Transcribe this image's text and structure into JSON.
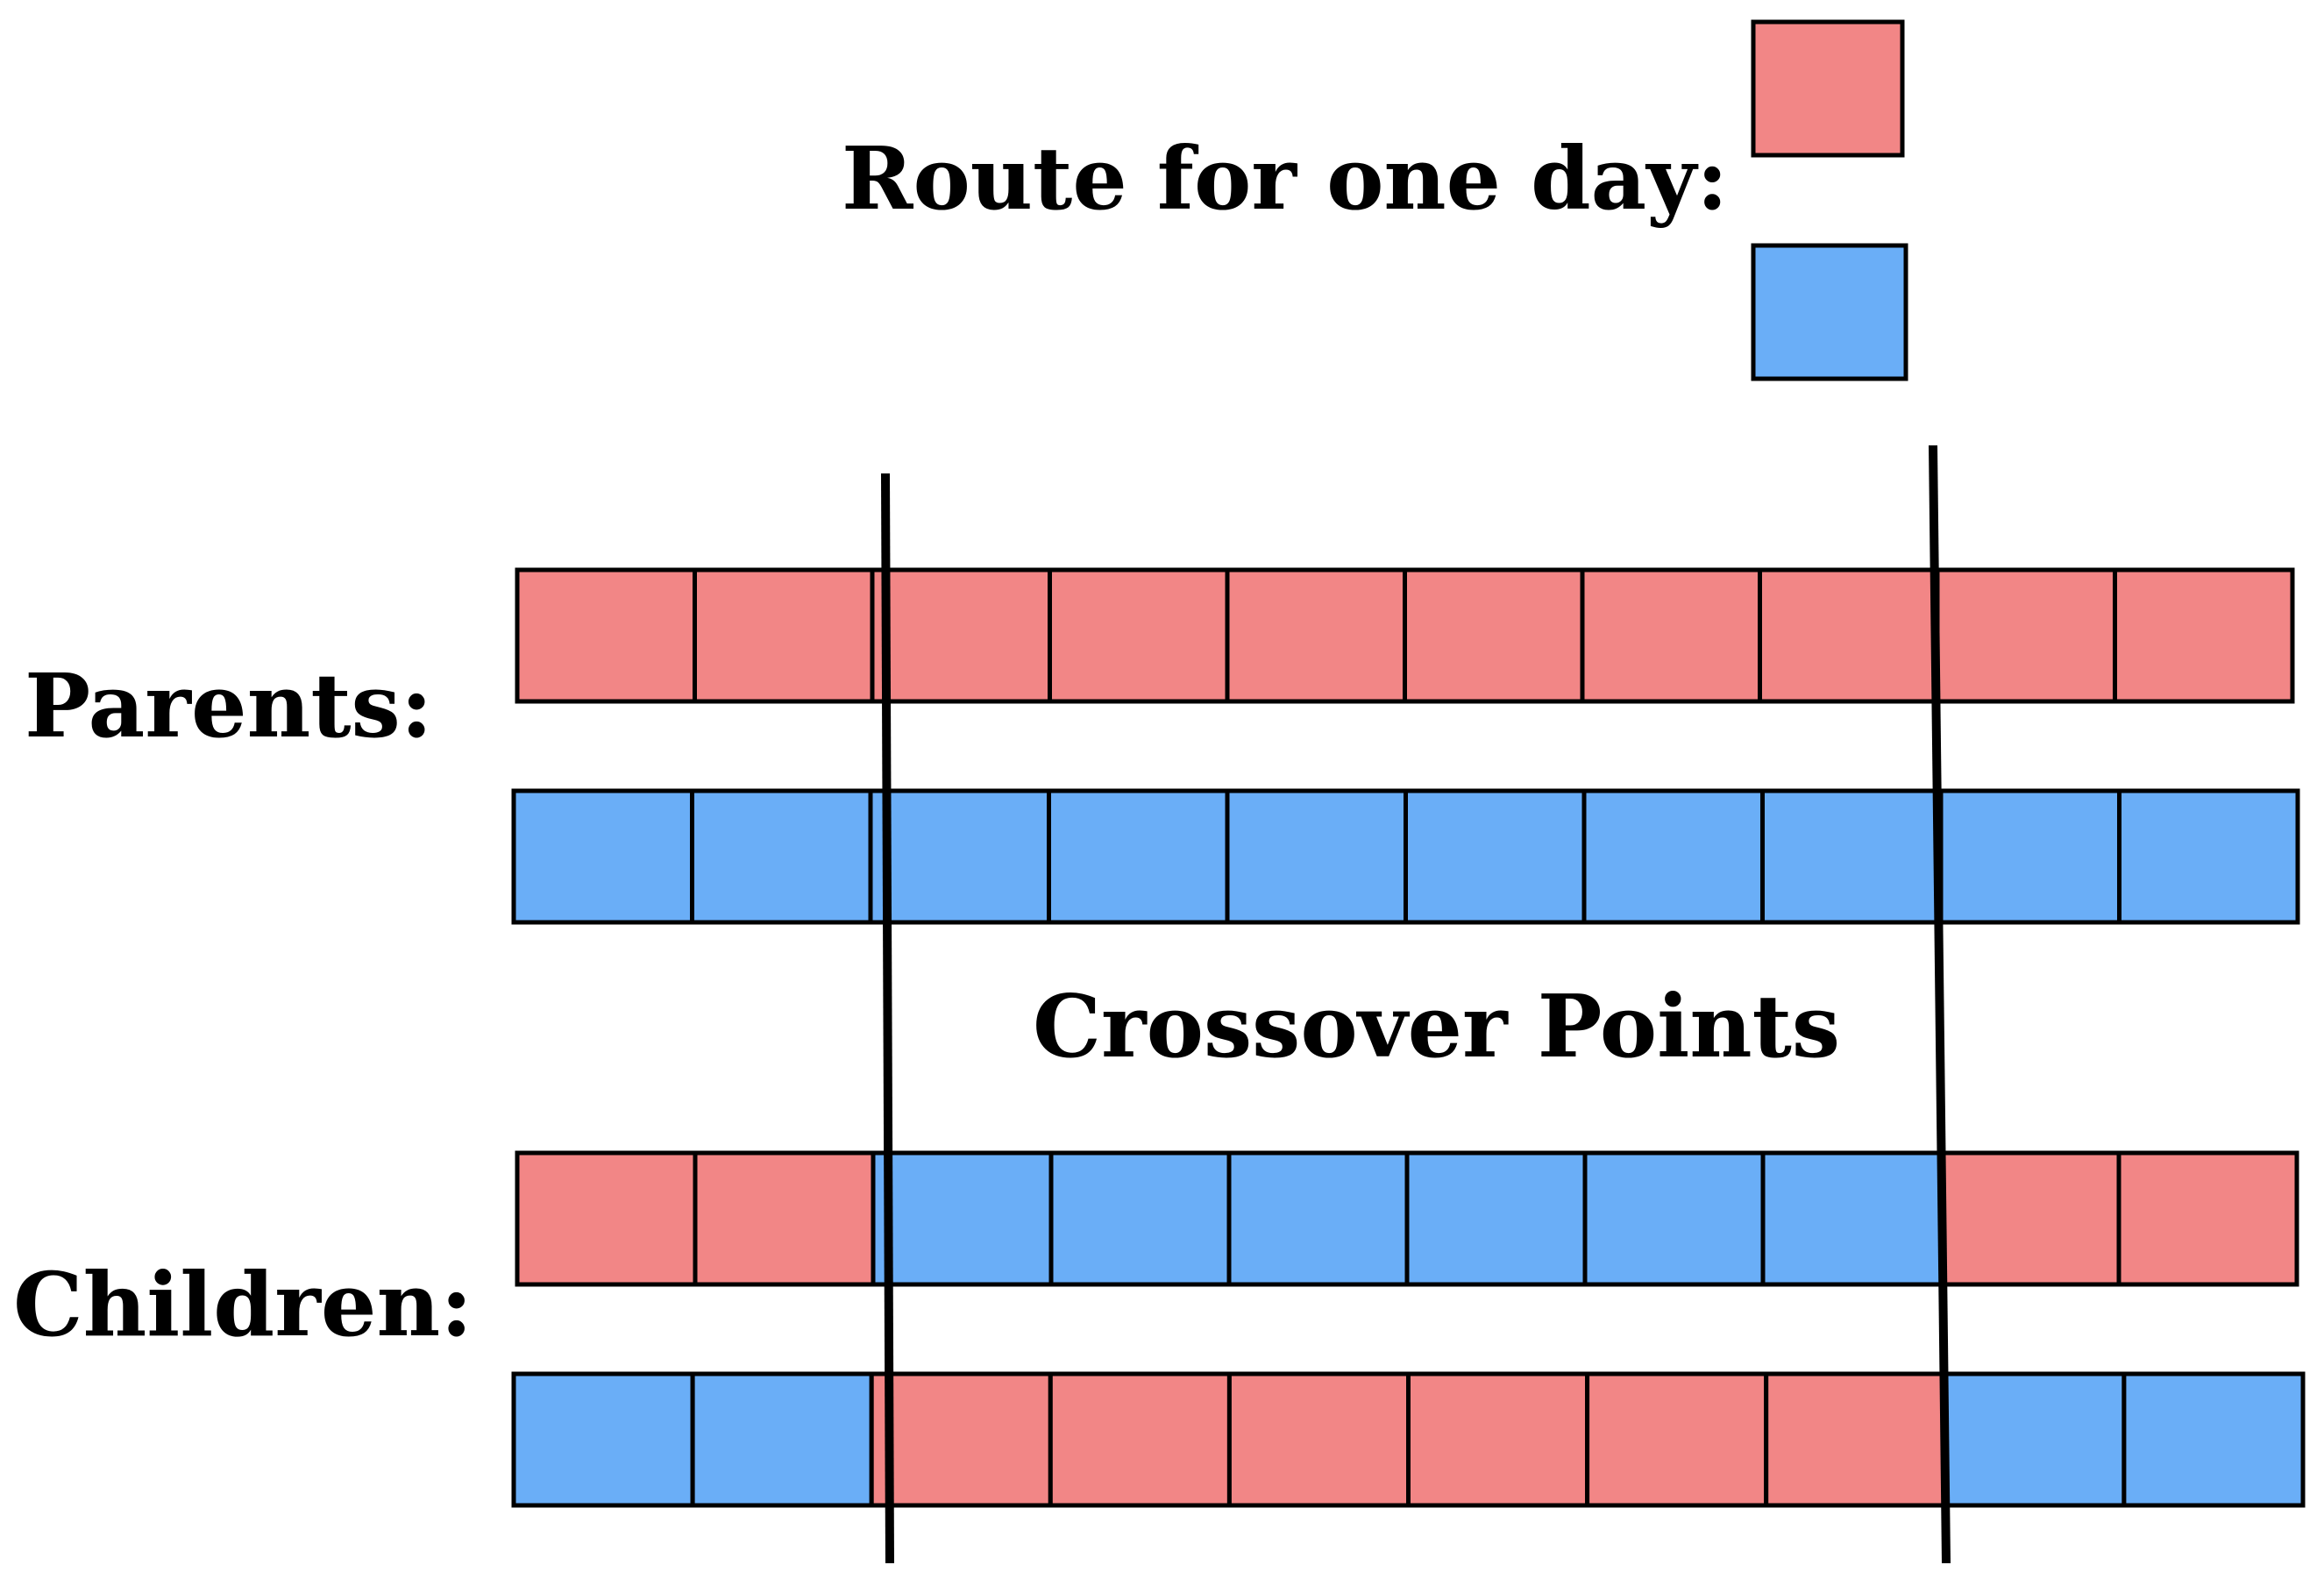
{
  "labels": {
    "legend": "Route for one day:",
    "parents": "Parents:",
    "crossover": "Crossover Points",
    "children": "Children:"
  },
  "colors": {
    "red": "#f28686",
    "blue": "#6aaef7",
    "stroke": "#000000"
  },
  "legend_swatches": [
    "red",
    "blue"
  ],
  "rows": {
    "parent_1": [
      "red",
      "red",
      "red",
      "red",
      "red",
      "red",
      "red",
      "red",
      "red",
      "red"
    ],
    "parent_2": [
      "blue",
      "blue",
      "blue",
      "blue",
      "blue",
      "blue",
      "blue",
      "blue",
      "blue",
      "blue"
    ],
    "child_1": [
      "red",
      "red",
      "blue",
      "blue",
      "blue",
      "blue",
      "blue",
      "blue",
      "red",
      "red"
    ],
    "child_2": [
      "blue",
      "blue",
      "red",
      "red",
      "red",
      "red",
      "red",
      "red",
      "blue",
      "blue"
    ]
  },
  "crossover_points": [
    2,
    8
  ]
}
